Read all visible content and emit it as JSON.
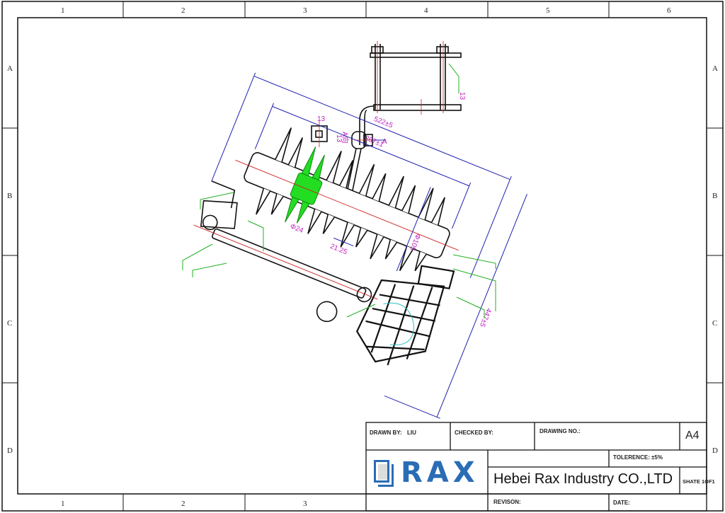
{
  "frame": {
    "columns": [
      "1",
      "2",
      "3",
      "4",
      "5",
      "6"
    ],
    "bottom_columns": [
      "1",
      "2",
      "3"
    ],
    "rows": [
      "A",
      "B",
      "C",
      "D"
    ]
  },
  "drawing": {
    "dimensions": {
      "overall_length": "522±5",
      "insulator_length": "367±1",
      "height": "447±5",
      "shed_diameter": "Φ105",
      "core_diameter": "Φ24",
      "shed_spacing": "21.25",
      "bolt_square": "13",
      "bolt_square_side": "13",
      "bracket_width": "13",
      "section_label": "A",
      "section_view": "A向"
    },
    "colors": {
      "outline": "#111111",
      "dimension": "#2020b0",
      "centerline": "#d02020",
      "leader": "#20b020",
      "highlight": "#22dd22",
      "text": "#c020c0",
      "hidden": "#30c0c0"
    }
  },
  "title_block": {
    "drawn_by_label": "DRAWN BY:",
    "drawn_by": "LIU",
    "checked_by_label": "CHECKED BY:",
    "drawing_no_label": "DRAWING NO.:",
    "paper_size": "A4",
    "tolerance_label": "TOLERENCE:",
    "tolerance": "±5%",
    "logo_text": "RAX",
    "company": "Hebei Rax Industry CO.,LTD",
    "sheet": "SHATE 1OF1",
    "revision_label": "REVISON:",
    "date_label": "DATE:",
    "brand_color": "#2a6db5"
  }
}
